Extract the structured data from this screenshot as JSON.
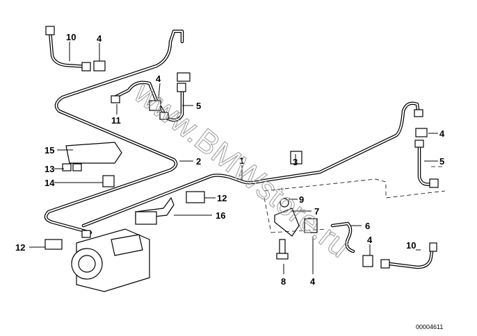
{
  "diagram": {
    "callouts": [
      {
        "id": "c10a",
        "text": "10"
      },
      {
        "id": "c4a",
        "text": "4"
      },
      {
        "id": "c4b",
        "text": "4"
      },
      {
        "id": "c5a",
        "text": "5"
      },
      {
        "id": "c11",
        "text": "11"
      },
      {
        "id": "c15",
        "text": "15"
      },
      {
        "id": "c2",
        "text": "2"
      },
      {
        "id": "c1",
        "text": "1"
      },
      {
        "id": "c13",
        "text": "13"
      },
      {
        "id": "c14",
        "text": "14"
      },
      {
        "id": "c3",
        "text": "3"
      },
      {
        "id": "c4c",
        "text": "4"
      },
      {
        "id": "c5b",
        "text": "5"
      },
      {
        "id": "c9",
        "text": "9"
      },
      {
        "id": "c7",
        "text": "7"
      },
      {
        "id": "c12a",
        "text": "12"
      },
      {
        "id": "c16",
        "text": "16"
      },
      {
        "id": "c6",
        "text": "6"
      },
      {
        "id": "c12b",
        "text": "12"
      },
      {
        "id": "c4d",
        "text": "4"
      },
      {
        "id": "c10b",
        "text": "10"
      },
      {
        "id": "c8",
        "text": "8"
      },
      {
        "id": "c4e",
        "text": "4"
      }
    ],
    "watermark": "www.BMWstore.ru",
    "reference_number": "00004611"
  }
}
